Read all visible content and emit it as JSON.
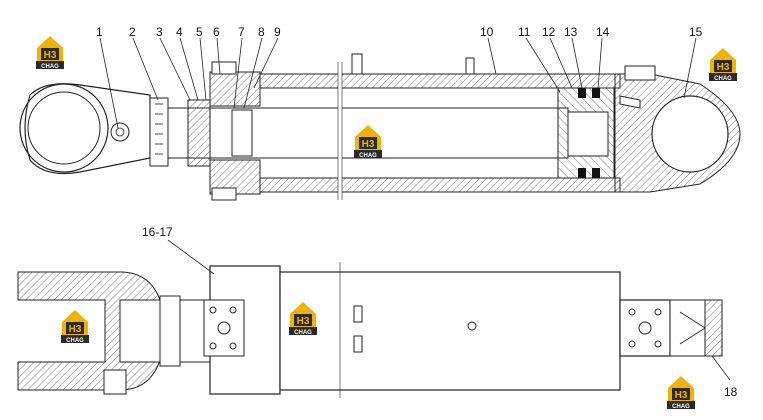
{
  "part_labels": [
    "1",
    "2",
    "3",
    "4",
    "5",
    "6",
    "7",
    "8",
    "9",
    "10",
    "11",
    "12",
    "13",
    "14",
    "15",
    "16-17",
    "18"
  ],
  "logo": {
    "mark": "H3",
    "word": "CHAG",
    "accent_color": "#f0b400",
    "dark_color": "#2a2a2a"
  }
}
